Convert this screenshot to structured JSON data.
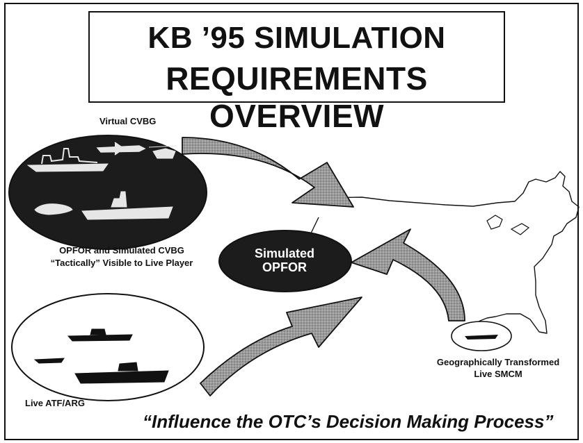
{
  "title": {
    "line1": "KB ’95 SIMULATION",
    "line2": "REQUIREMENTS OVERVIEW"
  },
  "labels": {
    "virtual_cvbg": "Virtual CVBG",
    "opfor_visible_line1": "OPFOR and Simulated CVBG",
    "opfor_visible_line2": "“Tactically” Visible to Live Player",
    "simulated_opfor_line1": "Simulated",
    "simulated_opfor_line2": "OPFOR",
    "geo_line1": "Geographically Transformed",
    "geo_line2": "Live SMCM",
    "live_atf": "Live ATF/ARG"
  },
  "tagline": "“Influence the OTC’s Decision Making Process”",
  "colors": {
    "ellipse_dark": "#1c1c1c",
    "arrow_gray": "#8a8a8a",
    "line": "#111111"
  }
}
